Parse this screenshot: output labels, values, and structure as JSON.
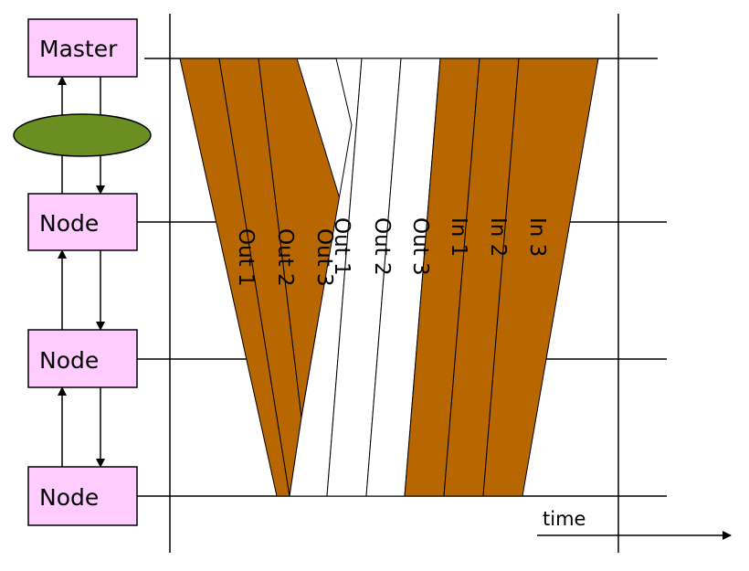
{
  "nodes": [
    {
      "label": "Master"
    },
    {
      "label": "Node"
    },
    {
      "label": "Node"
    },
    {
      "label": "Node"
    }
  ],
  "bands": [
    {
      "label": "Out 1",
      "color": "#b86700"
    },
    {
      "label": "Out 2",
      "color": "#b86700"
    },
    {
      "label": "Out 3",
      "color": "#b86700"
    },
    {
      "label": "Out 1",
      "color": "#ffffff"
    },
    {
      "label": "Out 2",
      "color": "#ffffff"
    },
    {
      "label": "Out 3",
      "color": "#ffffff"
    },
    {
      "label": "In 1",
      "color": "#b86700"
    },
    {
      "label": "In 2",
      "color": "#b86700"
    },
    {
      "label": "In 3",
      "color": "#b86700"
    }
  ],
  "axis": {
    "time_label": "time"
  },
  "colors": {
    "node_fill": "#ffccff",
    "ellipse_fill": "#6b8e23",
    "brown": "#b86700"
  }
}
